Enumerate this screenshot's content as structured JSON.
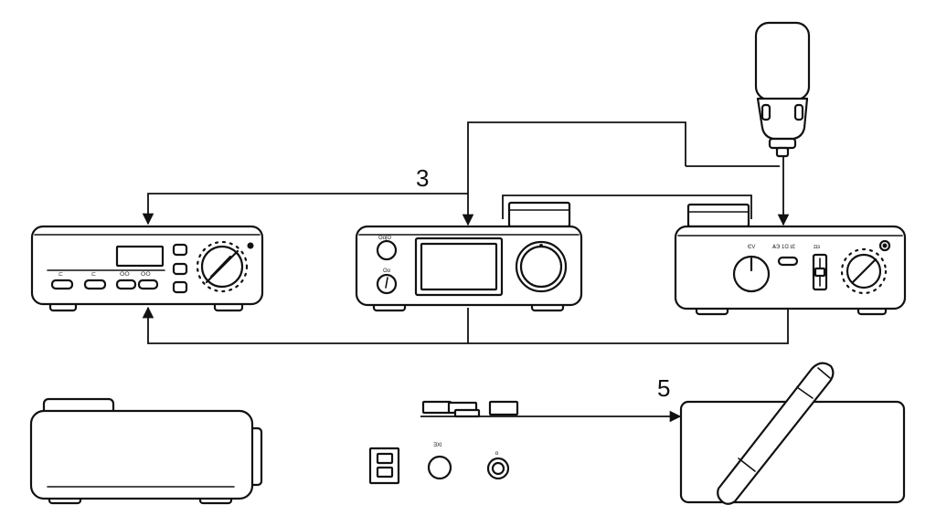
{
  "labels": {
    "step_3": "3",
    "step_5": "5"
  },
  "device_left": {
    "button_labels": [
      "⊏",
      "⊏",
      "ⵔⵔ",
      "ⵔⵔ"
    ]
  },
  "device_center": {
    "knob_top_label": "ʘɑɭʘ",
    "knob_bottom_label": "ʘɑ"
  },
  "device_right": {
    "label_1": "ЄV",
    "label_2": "ѦЭ 1Ɑ ɪƐ",
    "label_3": "ɪɪɜ"
  },
  "small_parts": {
    "knob_label": "ƎXƖ",
    "jack_label": "ɒ"
  },
  "colors": {
    "stroke": "#111111",
    "background": "#ffffff"
  }
}
